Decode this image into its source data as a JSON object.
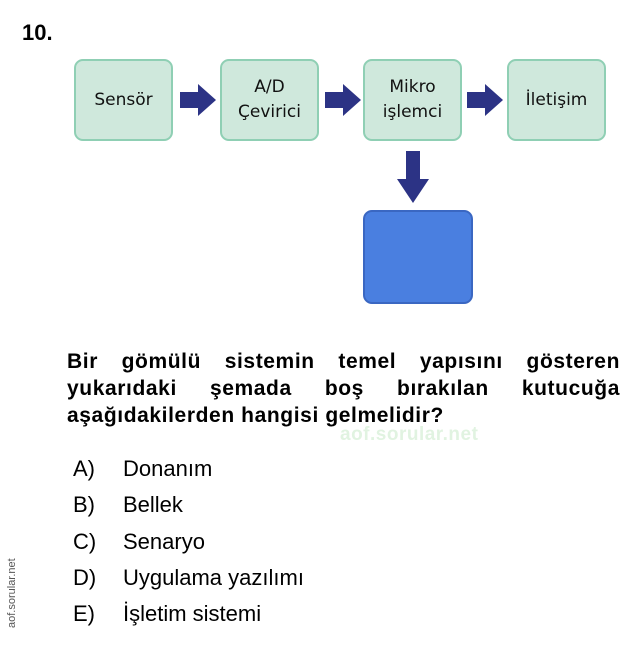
{
  "question_number": "10.",
  "diagram": {
    "boxes": {
      "sensor": "Sensör",
      "adc": "A/D Çevirici",
      "micro_line1": "Mikro",
      "micro_line2": "işlemci",
      "comm": "İletişim"
    },
    "box_fill": "#cfe8dc",
    "box_border": "#8fcfb4",
    "arrow_color": "#2c3385",
    "blank_box_color": "#4a7fe0",
    "blank_box_text": ""
  },
  "question_text": "Bir gömülü sistemin temel yapısını gösteren yukarıdaki şemada boş bırakılan kutucuğa aşağıdakilerden hangisi gelmelidir?",
  "watermark": "aof.sorular.net",
  "options": [
    {
      "label": "A)",
      "text": "Donanım"
    },
    {
      "label": "B)",
      "text": "Bellek"
    },
    {
      "label": "C)",
      "text": "Senaryo"
    },
    {
      "label": "D)",
      "text": "Uygulama yazılımı"
    },
    {
      "label": "E)",
      "text": "İşletim sistemi"
    }
  ],
  "side_watermark": "aof.sorular.net"
}
